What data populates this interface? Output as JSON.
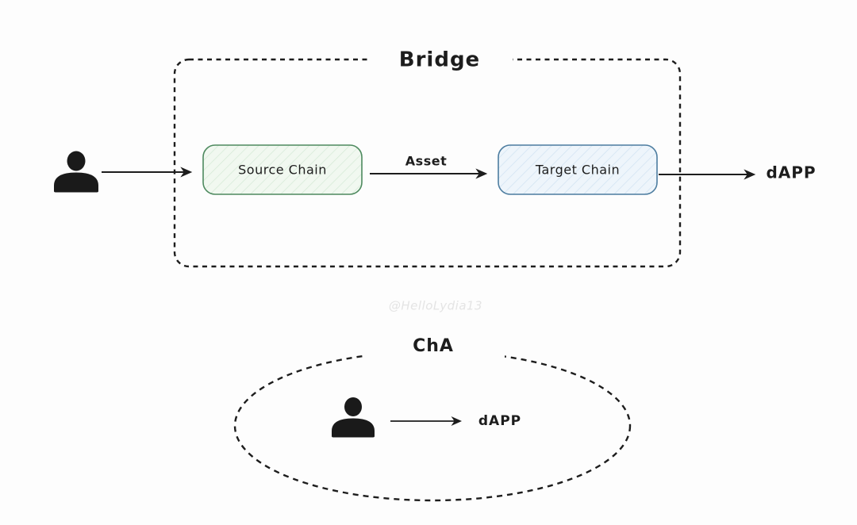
{
  "page": {
    "background_color": "#fdfdfd",
    "ink_color": "#1d1d1d"
  },
  "bridge_section": {
    "title": "Bridge",
    "user_icon": "person-icon",
    "source_chain": {
      "label": "Source Chain",
      "fill": "#f1f8f0",
      "hatch": "#d3e9d5",
      "border": "#4e8a5f",
      "text_color": "#36a05a"
    },
    "asset_arrow_label": "Asset",
    "target_chain": {
      "label": "Target Chain",
      "fill": "#eef5fb",
      "hatch": "#cfe2f2",
      "border": "#4d7da0",
      "text_color": "#2e86c8"
    },
    "dapp_label": "dAPP"
  },
  "watermark": "@HelloLydia13",
  "chain_a_section": {
    "title": "ChA",
    "user_icon": "person-icon",
    "dapp_label": "dAPP"
  }
}
